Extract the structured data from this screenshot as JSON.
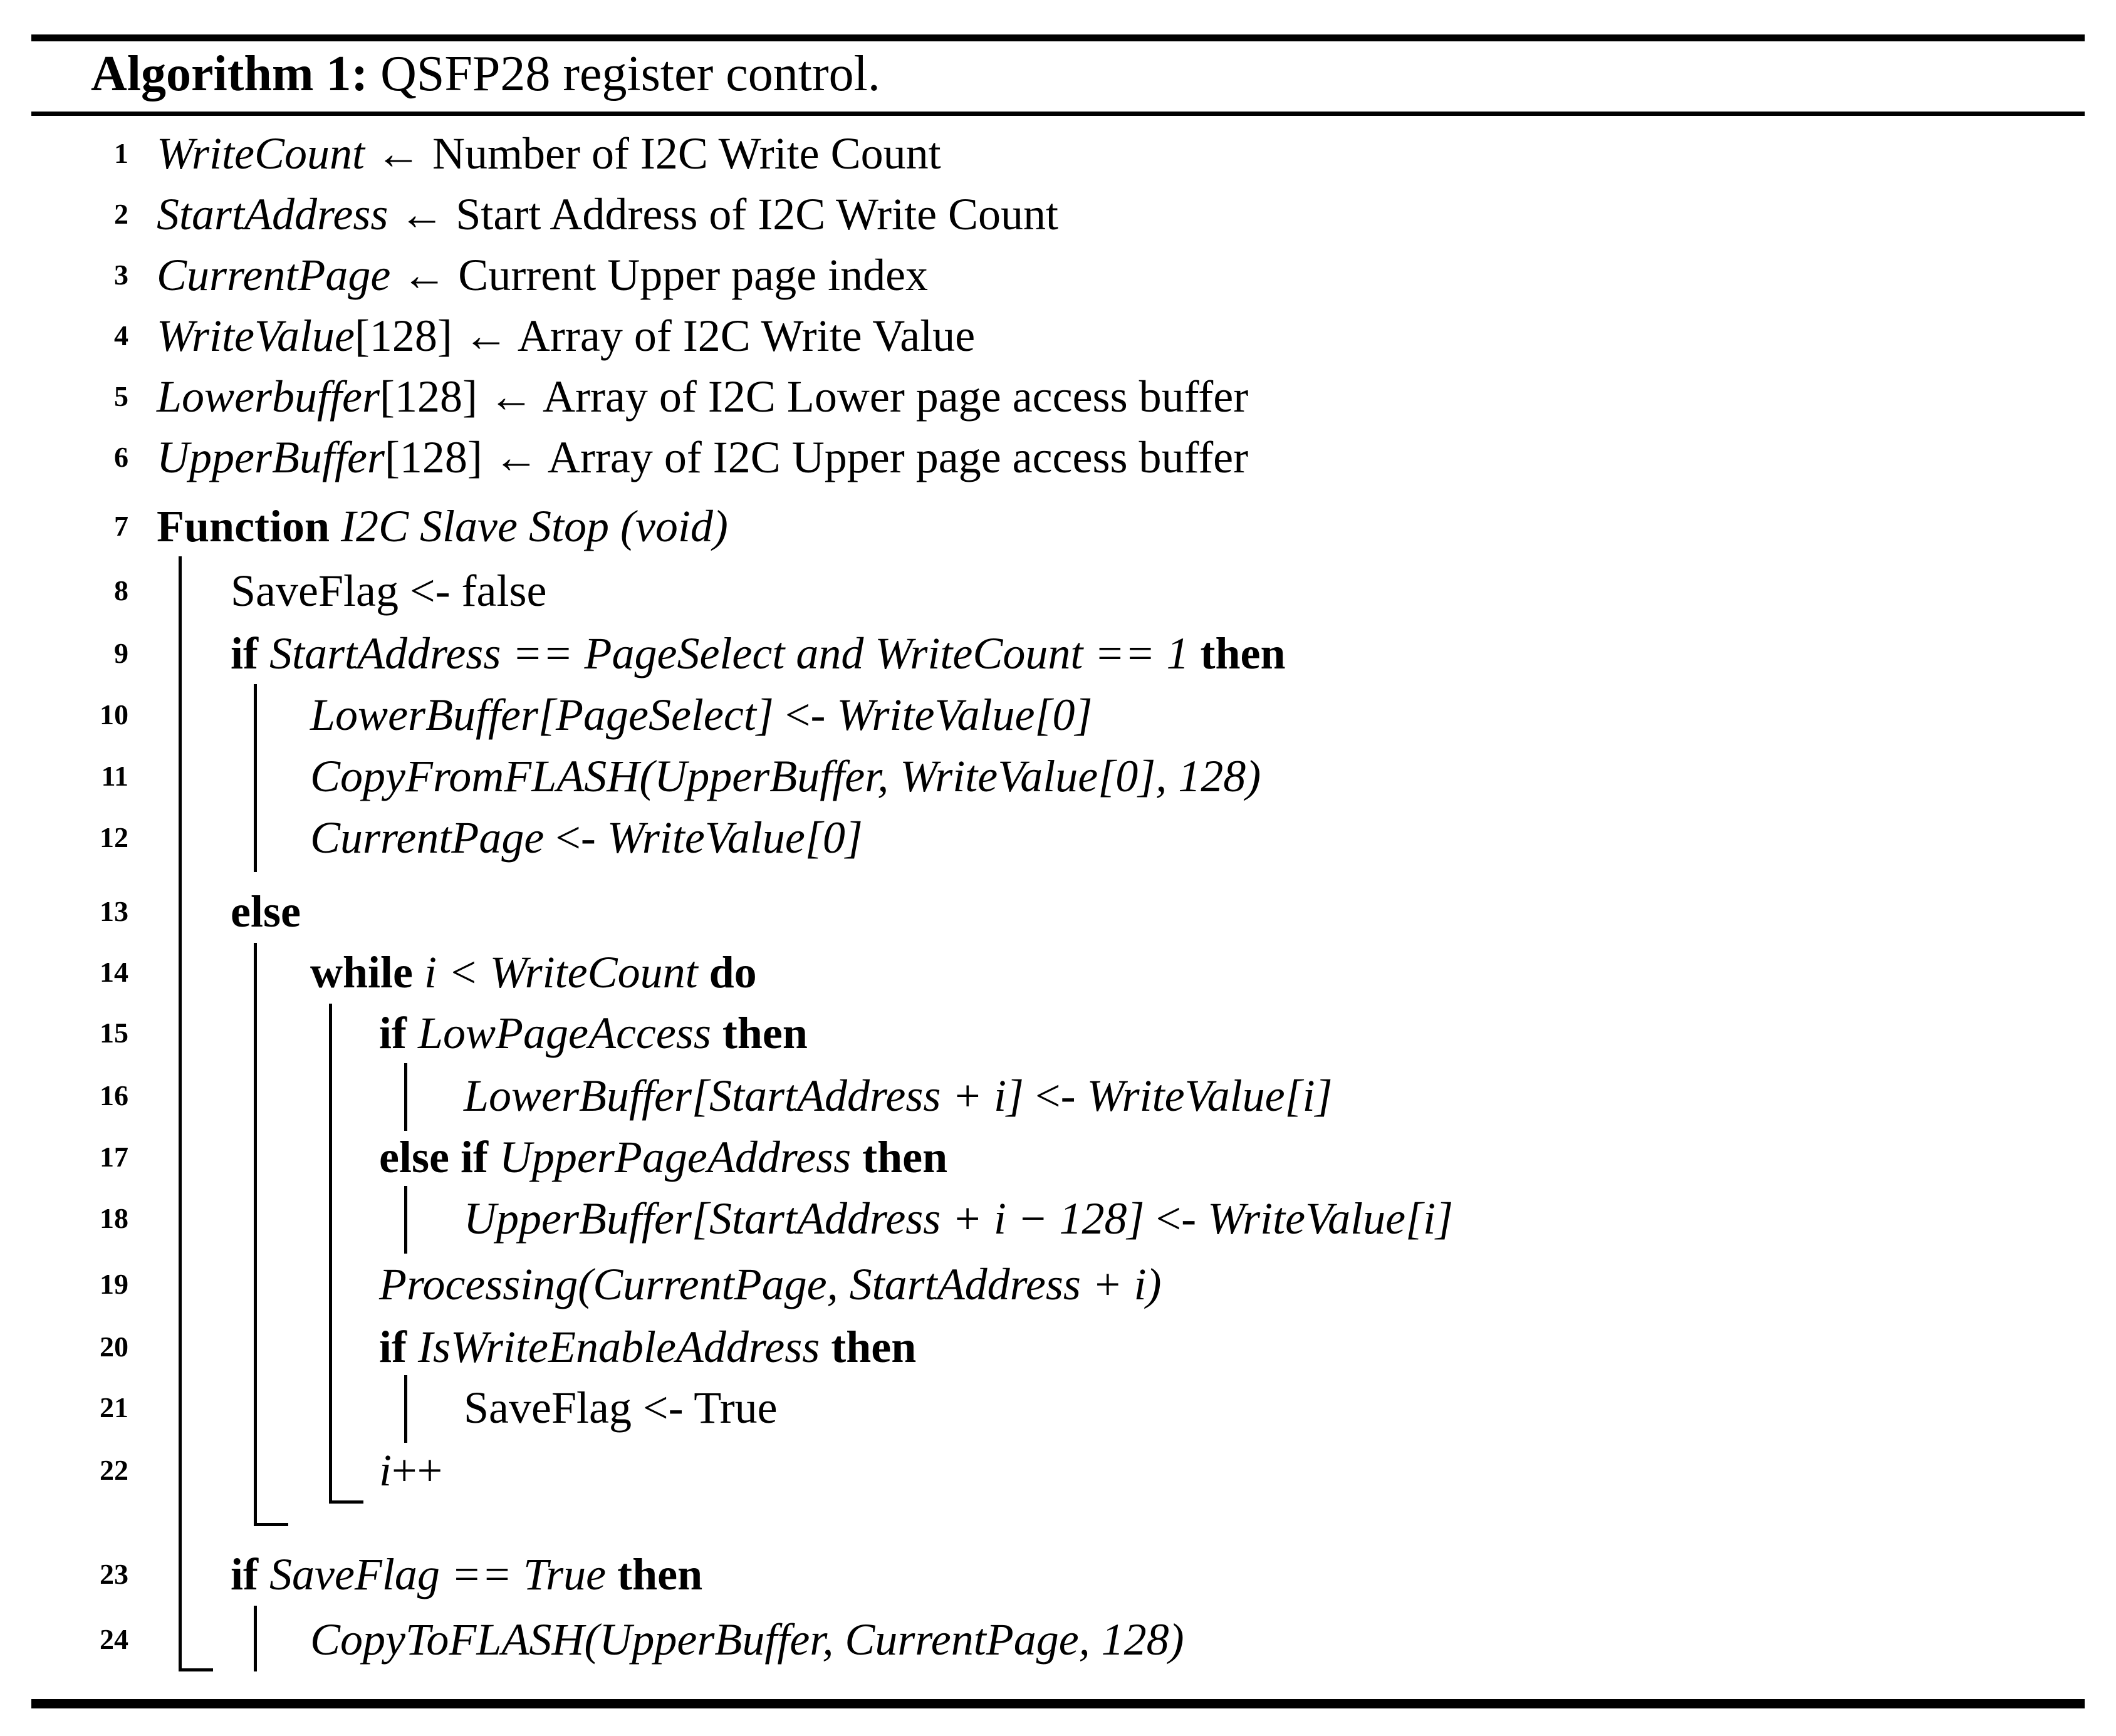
{
  "title": {
    "bold": "Algorithm 1:",
    "rest": " QSFP28 register control."
  },
  "algorithm": {
    "lines": [
      {
        "num": "1",
        "indent": 0,
        "segments": [
          {
            "style": "it",
            "text": "WriteCount"
          },
          {
            "style": "rm",
            "text": " ← Number of I2C Write Count"
          }
        ]
      },
      {
        "num": "2",
        "indent": 0,
        "segments": [
          {
            "style": "it",
            "text": "StartAddress"
          },
          {
            "style": "rm",
            "text": " ← Start Address of I2C Write Count"
          }
        ]
      },
      {
        "num": "3",
        "indent": 0,
        "segments": [
          {
            "style": "it",
            "text": "CurrentPage"
          },
          {
            "style": "rm",
            "text": " ← Current Upper page index"
          }
        ]
      },
      {
        "num": "4",
        "indent": 0,
        "segments": [
          {
            "style": "it",
            "text": "WriteValue"
          },
          {
            "style": "rm",
            "text": "[128]"
          },
          {
            "style": "rm",
            "text": " ← Array of I2C Write Value"
          }
        ]
      },
      {
        "num": "5",
        "indent": 0,
        "segments": [
          {
            "style": "it",
            "text": "Lowerbuffer"
          },
          {
            "style": "rm",
            "text": "[128]"
          },
          {
            "style": "rm",
            "text": " ← Array of I2C Lower page access buffer"
          }
        ]
      },
      {
        "num": "6",
        "indent": 0,
        "segments": [
          {
            "style": "it",
            "text": "UpperBuffer"
          },
          {
            "style": "rm",
            "text": "[128]"
          },
          {
            "style": "rm",
            "text": " ← Array of I2C Upper page access buffer"
          }
        ]
      },
      {
        "num": "7",
        "indent": 0,
        "segments": [
          {
            "style": "kw",
            "text": "Function "
          },
          {
            "style": "it",
            "text": "I2C Slave Stop (void)"
          }
        ]
      },
      {
        "num": "8",
        "indent": 1,
        "segments": [
          {
            "style": "rm",
            "text": "SaveFlag <- false"
          }
        ]
      },
      {
        "num": "9",
        "indent": 1,
        "segments": [
          {
            "style": "kw",
            "text": "if "
          },
          {
            "style": "it",
            "text": "StartAddress == PageSelect and WriteCount == 1 "
          },
          {
            "style": "kw",
            "text": "then"
          }
        ]
      },
      {
        "num": "10",
        "indent": 2,
        "segments": [
          {
            "style": "it",
            "text": "LowerBuffer"
          },
          {
            "style": "it",
            "text": "[PageSelect]"
          },
          {
            "style": "rm",
            "text": " <- "
          },
          {
            "style": "it",
            "text": "WriteValue"
          },
          {
            "style": "it",
            "text": "[0]"
          }
        ]
      },
      {
        "num": "11",
        "indent": 2,
        "segments": [
          {
            "style": "it",
            "text": "CopyFromFLASH"
          },
          {
            "style": "it",
            "text": "(UpperBuffer, WriteValue"
          },
          {
            "style": "it",
            "text": "[0]"
          },
          {
            "style": "it",
            "text": ", 128)"
          }
        ]
      },
      {
        "num": "12",
        "indent": 2,
        "segments": [
          {
            "style": "it",
            "text": "CurrentPage"
          },
          {
            "style": "rm",
            "text": " <- "
          },
          {
            "style": "it",
            "text": "WriteValue"
          },
          {
            "style": "it",
            "text": "[0]"
          }
        ]
      },
      {
        "num": "13",
        "indent": 1,
        "segments": [
          {
            "style": "kw",
            "text": "else"
          }
        ]
      },
      {
        "num": "14",
        "indent": 2,
        "segments": [
          {
            "style": "kw",
            "text": "while "
          },
          {
            "style": "it",
            "text": "i < WriteCount "
          },
          {
            "style": "kw",
            "text": "do"
          }
        ]
      },
      {
        "num": "15",
        "indent": 3,
        "segments": [
          {
            "style": "kw",
            "text": "if "
          },
          {
            "style": "it",
            "text": "LowPageAccess "
          },
          {
            "style": "kw",
            "text": "then"
          }
        ]
      },
      {
        "num": "16",
        "indent": 4,
        "segments": [
          {
            "style": "it",
            "text": "LowerBuffer"
          },
          {
            "style": "it",
            "text": "[StartAddress + i]"
          },
          {
            "style": "rm",
            "text": " <- "
          },
          {
            "style": "it",
            "text": "WriteValue"
          },
          {
            "style": "it",
            "text": "[i]"
          }
        ]
      },
      {
        "num": "17",
        "indent": 3,
        "segments": [
          {
            "style": "kw",
            "text": "else if "
          },
          {
            "style": "it",
            "text": "UpperPageAddress "
          },
          {
            "style": "kw",
            "text": "then"
          }
        ]
      },
      {
        "num": "18",
        "indent": 4,
        "segments": [
          {
            "style": "it",
            "text": "UpperBuffer"
          },
          {
            "style": "it",
            "text": "[StartAddress + i − 128]"
          },
          {
            "style": "rm",
            "text": " <- "
          },
          {
            "style": "it",
            "text": "WriteValue"
          },
          {
            "style": "it",
            "text": "[i]"
          }
        ]
      },
      {
        "num": "19",
        "indent": 3,
        "segments": [
          {
            "style": "it",
            "text": "Processing"
          },
          {
            "style": "it",
            "text": "(CurrentPage, StartAddress + i)"
          }
        ]
      },
      {
        "num": "20",
        "indent": 3,
        "segments": [
          {
            "style": "kw",
            "text": "if "
          },
          {
            "style": "it",
            "text": "IsWriteEnableAddress "
          },
          {
            "style": "kw",
            "text": "then"
          }
        ]
      },
      {
        "num": "21",
        "indent": 4,
        "segments": [
          {
            "style": "rm",
            "text": "SaveFlag <- True"
          }
        ]
      },
      {
        "num": "22",
        "indent": 3,
        "segments": [
          {
            "style": "it",
            "text": "i"
          },
          {
            "style": "rm",
            "text": "++"
          }
        ]
      },
      {
        "num": "23",
        "indent": 1,
        "segments": [
          {
            "style": "kw",
            "text": "if "
          },
          {
            "style": "it",
            "text": "SaveFlag == True "
          },
          {
            "style": "kw",
            "text": "then"
          }
        ]
      },
      {
        "num": "24",
        "indent": 2,
        "segments": [
          {
            "style": "it",
            "text": "CopyToFLASH"
          },
          {
            "style": "it",
            "text": "(UpperBuffer, CurrentPage, 128)"
          }
        ]
      }
    ]
  }
}
